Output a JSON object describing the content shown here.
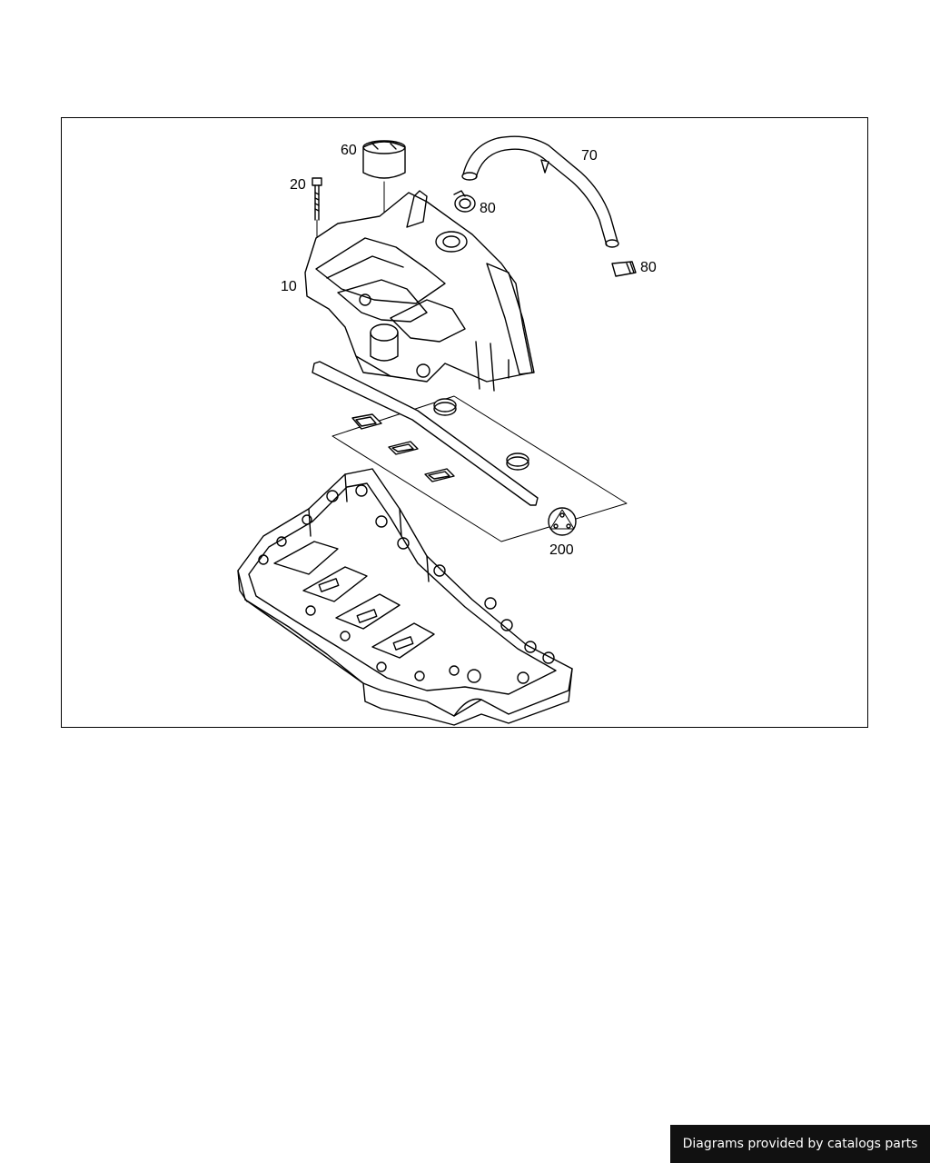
{
  "diagram": {
    "callouts": [
      {
        "id": "10",
        "label": "10"
      },
      {
        "id": "20",
        "label": "20"
      },
      {
        "id": "60",
        "label": "60"
      },
      {
        "id": "70",
        "label": "70"
      },
      {
        "id": "80a",
        "label": "80"
      },
      {
        "id": "80b",
        "label": "80"
      },
      {
        "id": "200",
        "label": "200"
      }
    ]
  },
  "footer": {
    "credit": "Diagrams provided by catalogs parts",
    "background": "#111111",
    "text_color": "#ffffff"
  }
}
